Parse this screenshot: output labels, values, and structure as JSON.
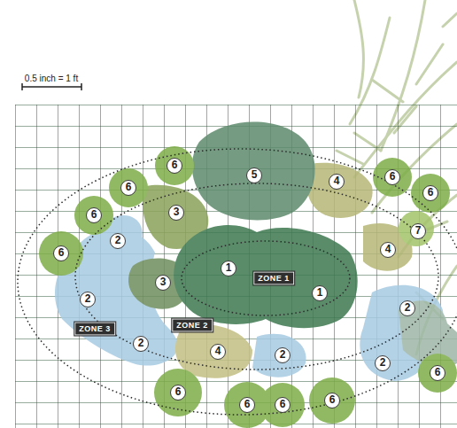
{
  "diagram": {
    "labels": [
      "0.5 inch = 1 ft",
      "6",
      "5",
      "6",
      "4",
      "6",
      "6",
      "3",
      "6",
      "7",
      "2",
      "4",
      "6",
      "1",
      "ZONE 1",
      "3",
      "1",
      "2",
      "2",
      "ZONE 2",
      "ZONE 3",
      "2",
      "4",
      "2",
      "2",
      "6",
      "6",
      "6",
      "6",
      "6"
    ]
  }
}
